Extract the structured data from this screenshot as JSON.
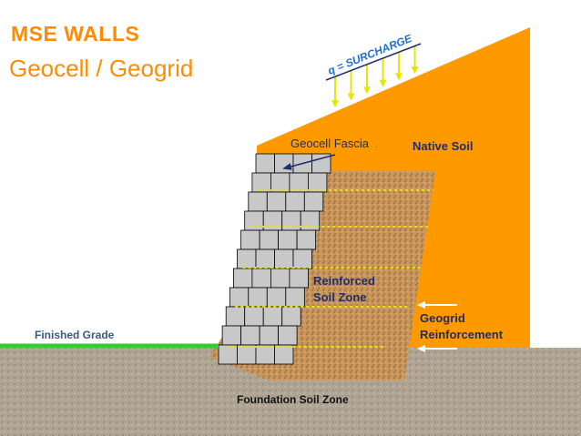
{
  "title": "MSE WALLS",
  "subtitle": "Geocell  / Geogrid",
  "labels": {
    "surcharge": "q = SURCHARGE",
    "geocell_fascia": "Geocell Fascia",
    "native_soil": "Native Soil",
    "reinforced_line1": "Reinforced",
    "reinforced_line2": "Soil Zone",
    "geogrid_line1": "Geogrid",
    "geogrid_line2": "Reinforcement",
    "finished_grade": "Finished Grade",
    "foundation": "Foundation Soil Zone"
  },
  "colors": {
    "native_soil": "#ff9900",
    "reinforced_soil": "#c8955a",
    "foundation_soil": "#b0a595",
    "blocks": "#c8c8c8",
    "grade_line": "#33cc33",
    "title": "#ff8c00",
    "label_text": "#1f2d6b",
    "geogrid": "#e6e600"
  }
}
